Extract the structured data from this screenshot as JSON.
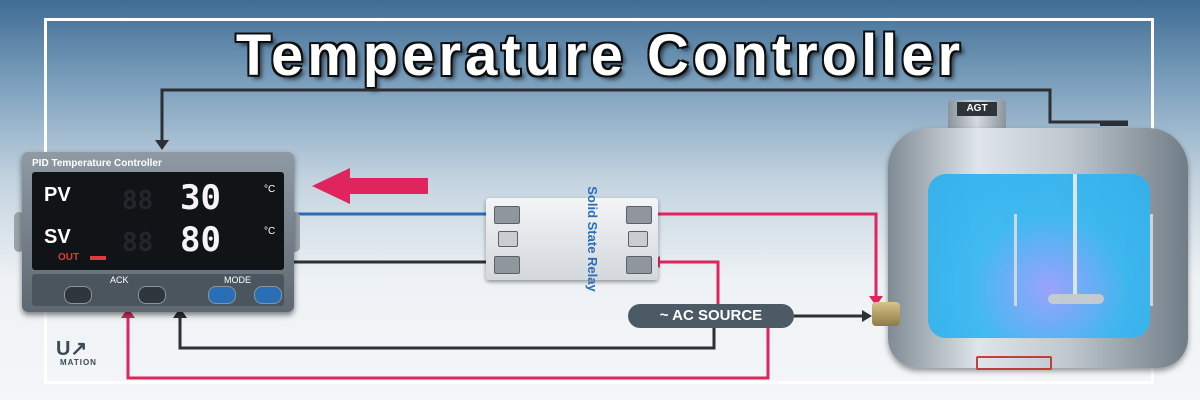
{
  "title": "Temperature Controller",
  "controller": {
    "name": "PID Temperature Controller",
    "pv_label": "PV",
    "pv_value": "30",
    "sv_label": "SV",
    "sv_value": "80",
    "unit": "°C",
    "out_label": "OUT",
    "ack_label": "ACK",
    "mode_label": "MODE"
  },
  "ssr": {
    "name": "Solid State Relay"
  },
  "ac_source": {
    "label": "~ AC SOURCE"
  },
  "tank": {
    "motor_label": "AGT"
  },
  "logo": {
    "main": "U↗",
    "sub": "MATION"
  },
  "colors": {
    "signal_wire": "#2a6fb5",
    "power_wire": "#e0245e",
    "neutral_wire": "#2c2f33",
    "arrow": "#e0245e"
  }
}
